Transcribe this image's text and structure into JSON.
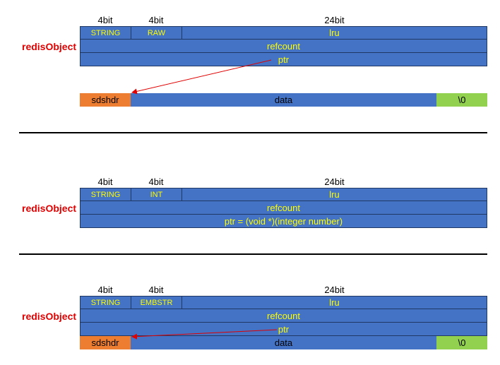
{
  "sections": [
    {
      "object_label": "redisObject",
      "bit_labels": [
        "4bit",
        "4bit",
        "24bit"
      ],
      "type_field": "STRING",
      "encoding_field": "RAW",
      "lru_field": "lru",
      "refcount_field": "refcount",
      "ptr_field": "ptr",
      "sds": {
        "header": "sdshdr",
        "data": "data",
        "terminator": "\\0"
      }
    },
    {
      "object_label": "redisObject",
      "bit_labels": [
        "4bit",
        "4bit",
        "24bit"
      ],
      "type_field": "STRING",
      "encoding_field": "INT",
      "lru_field": "lru",
      "refcount_field": "refcount",
      "ptr_field": "ptr = (void *)(integer number)"
    },
    {
      "object_label": "redisObject",
      "bit_labels": [
        "4bit",
        "4bit",
        "24bit"
      ],
      "type_field": "STRING",
      "encoding_field": "EMBSTR",
      "lru_field": "lru",
      "refcount_field": "refcount",
      "ptr_field": "ptr",
      "sds": {
        "header": "sdshdr",
        "data": "data",
        "terminator": "\\0"
      }
    }
  ],
  "colors": {
    "field_fill": "#4472c4",
    "field_text": "#ffff00",
    "sdshdr_fill": "#ed7d31",
    "data_fill": "#4472c4",
    "terminator_fill": "#92d050",
    "object_label": "#e00000",
    "arrow": "#e00000"
  }
}
